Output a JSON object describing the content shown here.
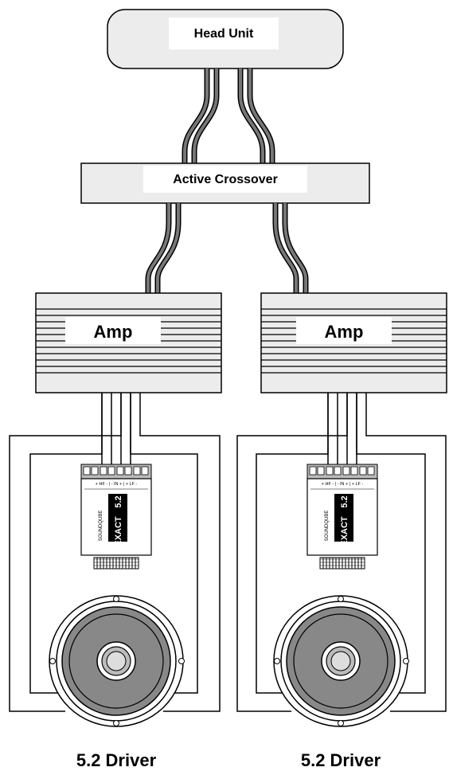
{
  "head_unit": {
    "label": "Head Unit"
  },
  "crossover": {
    "label": "Active Crossover"
  },
  "amps": [
    {
      "label": "Amp"
    },
    {
      "label": "Amp"
    }
  ],
  "modules": [
    {
      "brand": "SOUNDQUBE",
      "model": "EXACT",
      "version": "5.2",
      "terminals": "+ HF - | - IN + | + LF -"
    },
    {
      "brand": "SOUNDQUBE",
      "model": "EXACT",
      "version": "5.2",
      "terminals": "+ HF - | - IN + | + LF -"
    }
  ],
  "drivers": [
    {
      "label": "5.2 Driver"
    },
    {
      "label": "5.2 Driver"
    }
  ]
}
